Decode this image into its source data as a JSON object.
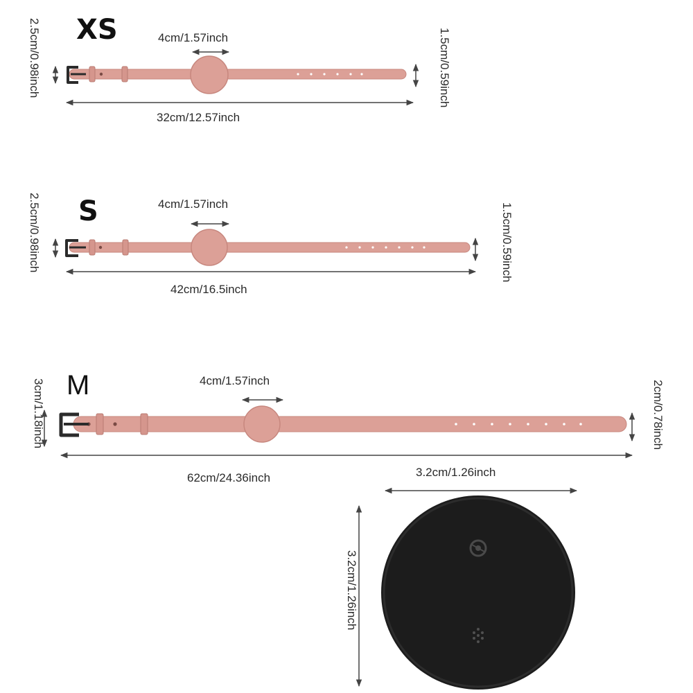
{
  "colors": {
    "strap": "#dca097",
    "strap_dark": "#c7877e",
    "buckle": "#2b2b2b",
    "tracker": "#1c1c1c",
    "arrow": "#444444"
  },
  "straps": [
    {
      "size_label": "XS",
      "diameter_label": "4cm/1.57inch",
      "length_label": "32cm/12.57inch",
      "buckle_width_label": "2.5cm/0.98inch",
      "tip_width_label": "1.5cm/0.59inch"
    },
    {
      "size_label": "S",
      "diameter_label": "4cm/1.57inch",
      "length_label": "42cm/16.5inch",
      "buckle_width_label": "2.5cm/0.98inch",
      "tip_width_label": "1.5cm/0.59inch"
    },
    {
      "size_label": "M",
      "diameter_label": "4cm/1.57inch",
      "length_label": "62cm/24.36inch",
      "buckle_width_label": "3cm/1.18inch",
      "tip_width_label": "2cm/0.78inch"
    }
  ],
  "tracker": {
    "width_label": "3.2cm/1.26inch",
    "height_label": "3.2cm/1.26inch",
    "icons": [
      "logo-icon",
      "speaker-icon"
    ]
  }
}
